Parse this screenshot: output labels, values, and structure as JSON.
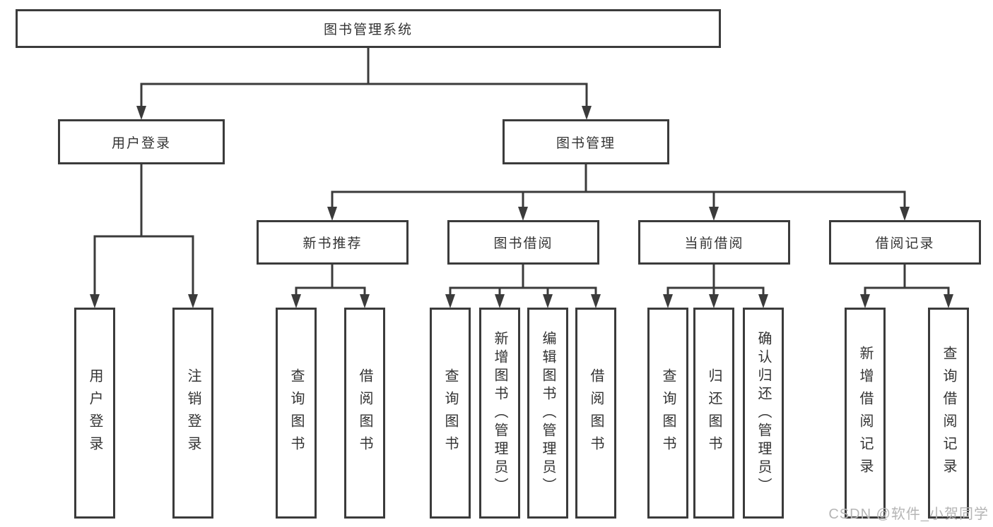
{
  "diagram": {
    "root": {
      "label": "图书管理系统"
    },
    "branches": [
      {
        "label": "用户登录",
        "children": [
          {
            "label": "用户登录"
          },
          {
            "label": "注销登录"
          }
        ]
      },
      {
        "label": "图书管理",
        "groups": [
          {
            "label": "新书推荐",
            "children": [
              {
                "label": "查询图书"
              },
              {
                "label": "借阅图书"
              }
            ]
          },
          {
            "label": "图书借阅",
            "children": [
              {
                "label": "查询图书"
              },
              {
                "label": "新增图书（管理员）"
              },
              {
                "label": "编辑图书（管理员）"
              },
              {
                "label": "借阅图书"
              }
            ]
          },
          {
            "label": "当前借阅",
            "children": [
              {
                "label": "查询图书"
              },
              {
                "label": "归还图书"
              },
              {
                "label": "确认归还（管理员）"
              }
            ]
          },
          {
            "label": "借阅记录",
            "children": [
              {
                "label": "新增借阅记录"
              },
              {
                "label": "查询借阅记录"
              }
            ]
          }
        ]
      }
    ]
  },
  "watermark": {
    "text": "CSDN @软件_小贺同学"
  },
  "colors": {
    "line": "#3b3b3b",
    "box_border": "#3b3b3b",
    "text": "#333333",
    "watermark": "#b5b5b5",
    "background": "#ffffff"
  }
}
